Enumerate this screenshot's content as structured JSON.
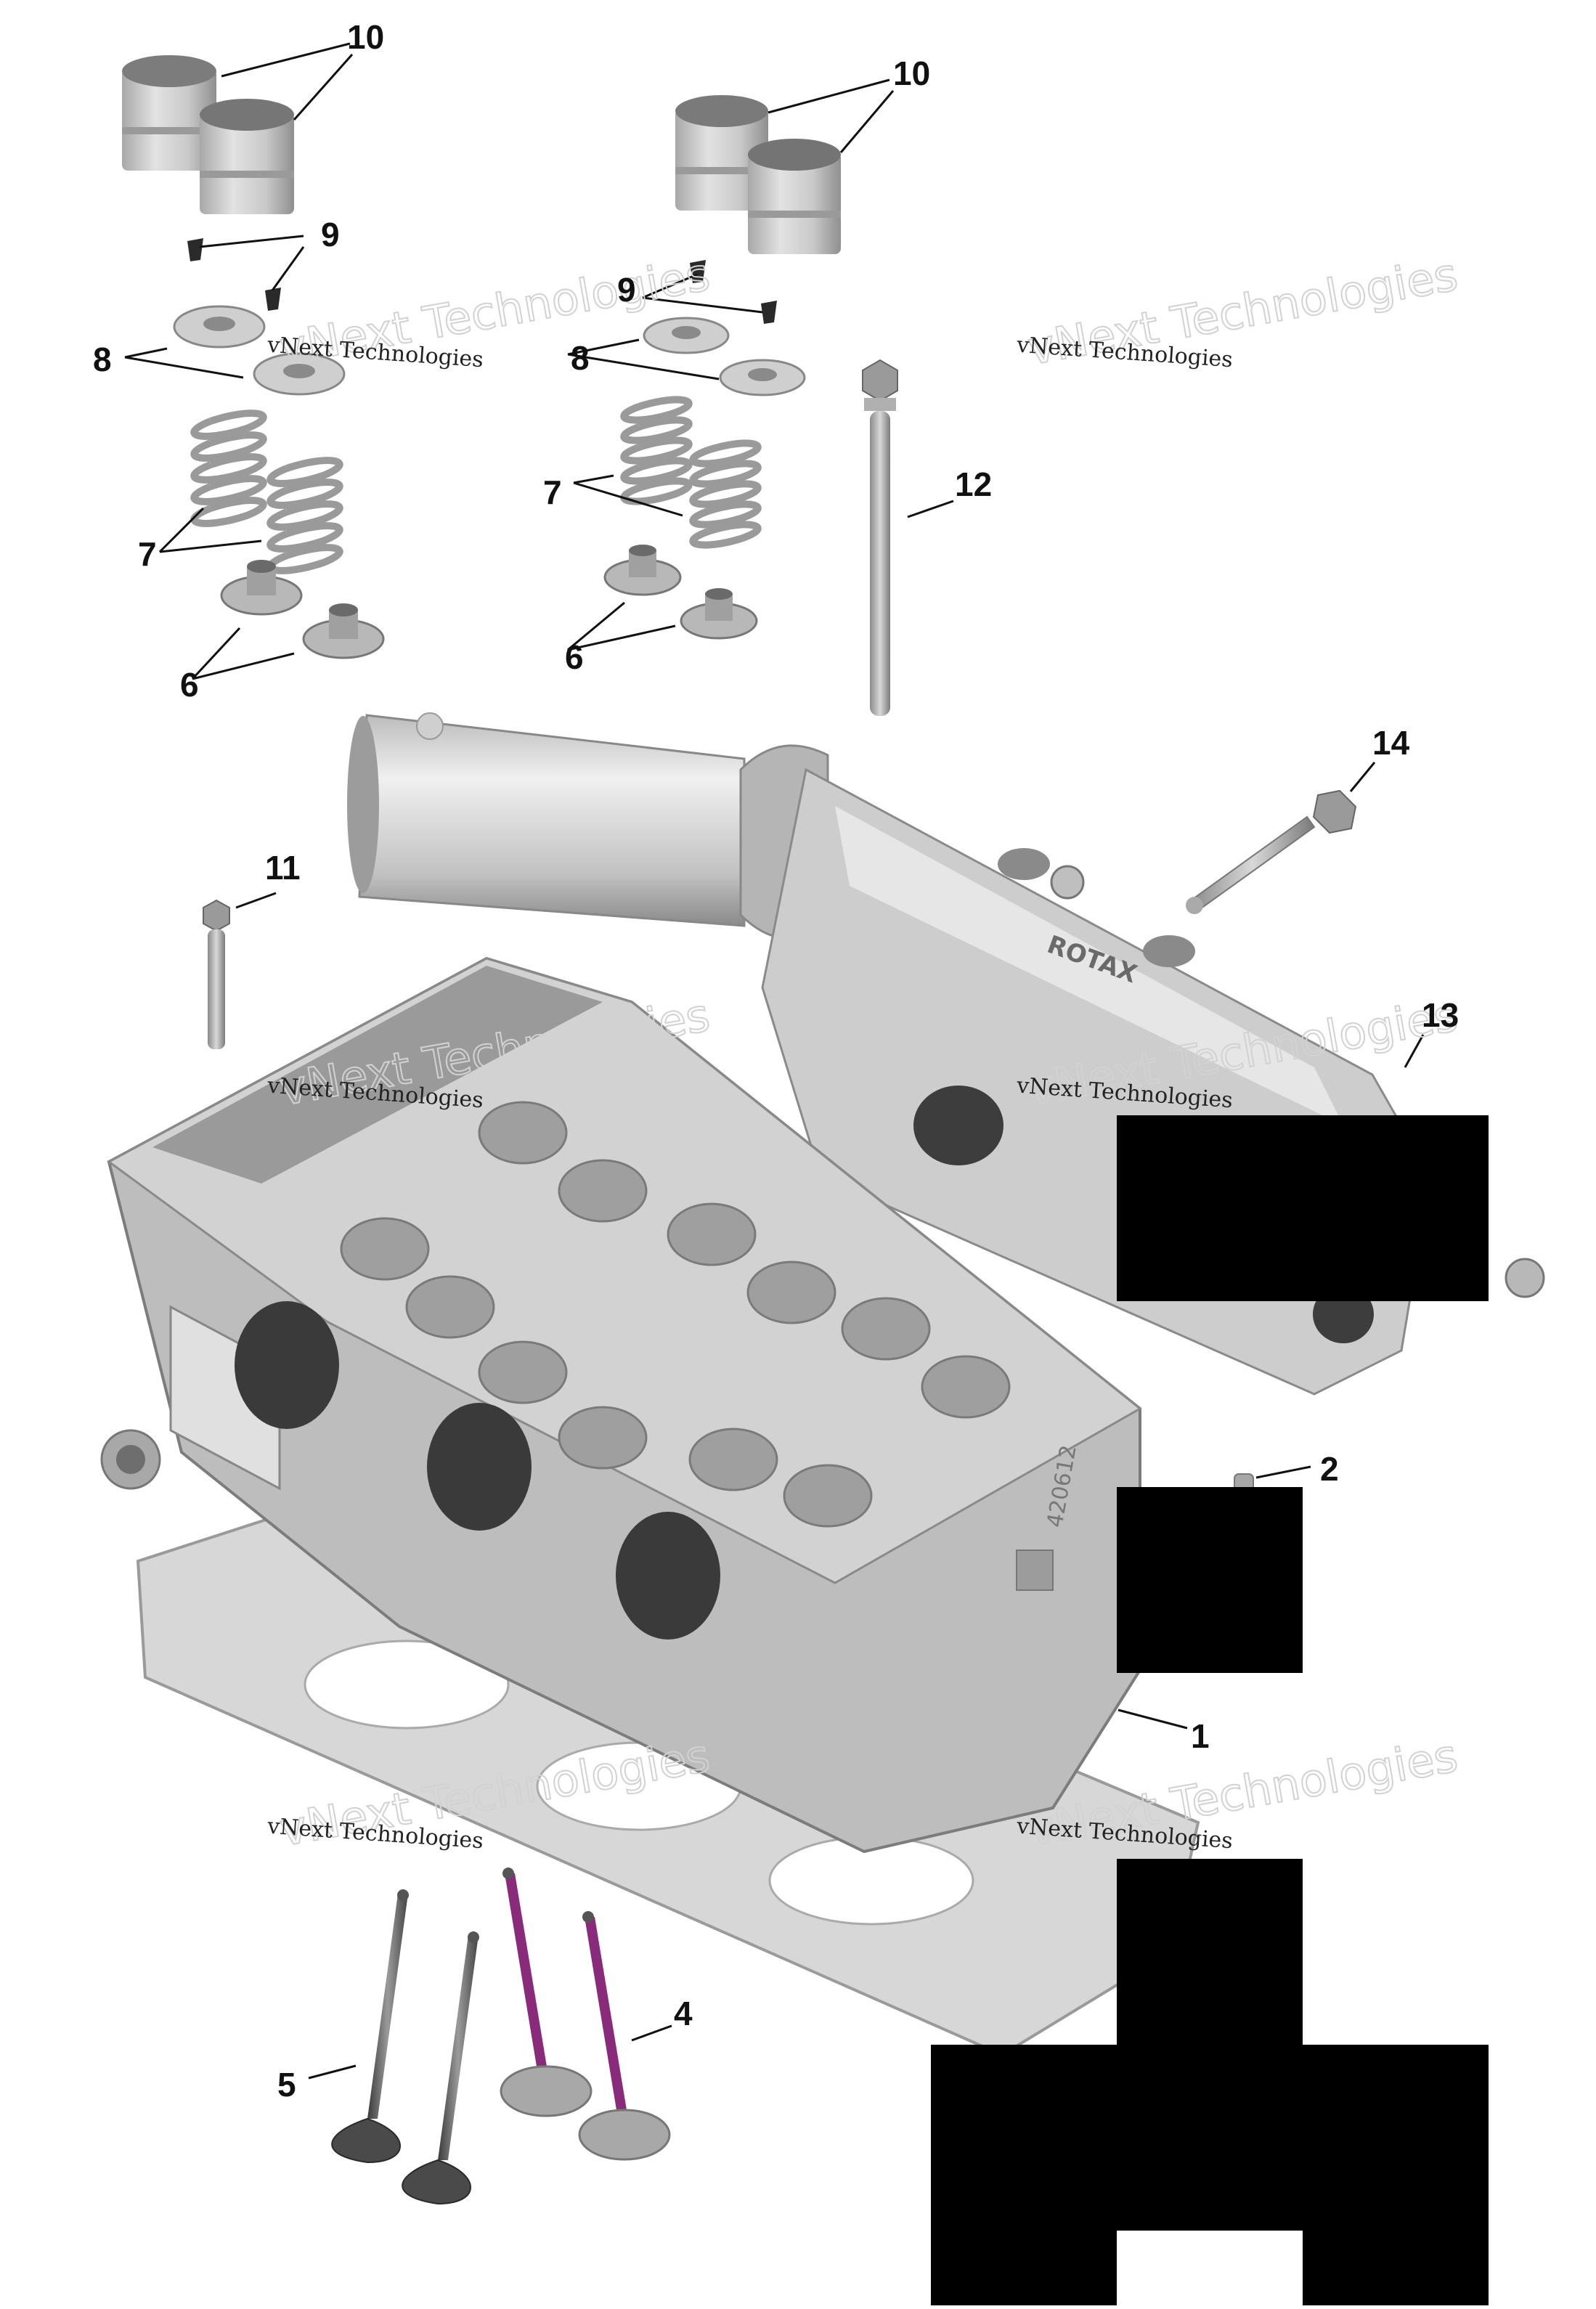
{
  "diagram": {
    "watermark": "vNext Technologies",
    "callouts": [
      {
        "id": "c10a",
        "label": "10"
      },
      {
        "id": "c10b",
        "label": "10"
      },
      {
        "id": "c9a",
        "label": "9"
      },
      {
        "id": "c9b",
        "label": "9"
      },
      {
        "id": "c8a",
        "label": "8"
      },
      {
        "id": "c8b",
        "label": "8"
      },
      {
        "id": "c7a",
        "label": "7"
      },
      {
        "id": "c7b",
        "label": "7"
      },
      {
        "id": "c6a",
        "label": "6"
      },
      {
        "id": "c6b",
        "label": "6"
      },
      {
        "id": "c12",
        "label": "12"
      },
      {
        "id": "c14",
        "label": "14"
      },
      {
        "id": "c11",
        "label": "11"
      },
      {
        "id": "c13",
        "label": "13"
      },
      {
        "id": "c2",
        "label": "2"
      },
      {
        "id": "c1",
        "label": "1"
      },
      {
        "id": "c4",
        "label": "4"
      },
      {
        "id": "c5",
        "label": "5"
      }
    ],
    "camshaft_text": "ROTAX",
    "head_casting_text": "420612",
    "colors": {
      "part_light": "#d6d6d6",
      "part_mid": "#a9a9a9",
      "part_dark": "#6e6e6e",
      "valve_accent": "#8a2a7a",
      "leader": "#111111",
      "redaction": "#000000"
    }
  }
}
